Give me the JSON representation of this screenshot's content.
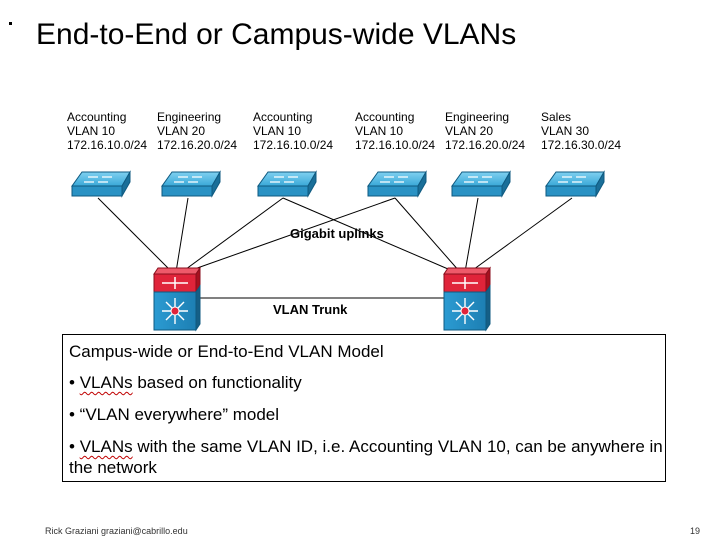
{
  "slide": {
    "title": "End-to-End or Campus-wide VLANs",
    "footer_left": "Rick Graziani  graziani@cabrillo.edu",
    "page_number": "19"
  },
  "switches": [
    {
      "dept": "Accounting",
      "vlan": "VLAN 10",
      "subnet": "172.16.10.0/24"
    },
    {
      "dept": "Engineering",
      "vlan": "VLAN 20",
      "subnet": "172.16.20.0/24"
    },
    {
      "dept": "Accounting",
      "vlan": "VLAN 10",
      "subnet": "172.16.10.0/24"
    },
    {
      "dept": "Accounting",
      "vlan": "VLAN 10",
      "subnet": "172.16.10.0/24"
    },
    {
      "dept": "Engineering",
      "vlan": "VLAN 20",
      "subnet": "172.16.20.0/24"
    },
    {
      "dept": "Sales",
      "vlan": "VLAN 30",
      "subnet": "172.16.30.0/24"
    }
  ],
  "links": {
    "uplink_label": "Gigabit uplinks",
    "trunk_label": "VLAN Trunk"
  },
  "model": {
    "heading": "Campus-wide or End-to-End VLAN Model",
    "bullet1_prefix": "• ",
    "bullet1_word": "VLANs",
    "bullet1_rest": " based on functionality",
    "bullet2": "• “VLAN everywhere” model",
    "bullet3_prefix": "• ",
    "bullet3_word": "VLANs",
    "bullet3_rest": " with the same VLAN ID, i.e. Accounting VLAN 10, can be anywhere in the network"
  },
  "colors": {
    "switch_blue": "#3aa8d8",
    "switch_dark": "#1a6f99",
    "router_red": "#e0243a",
    "multilayer_blue": "#2b9bd2"
  }
}
